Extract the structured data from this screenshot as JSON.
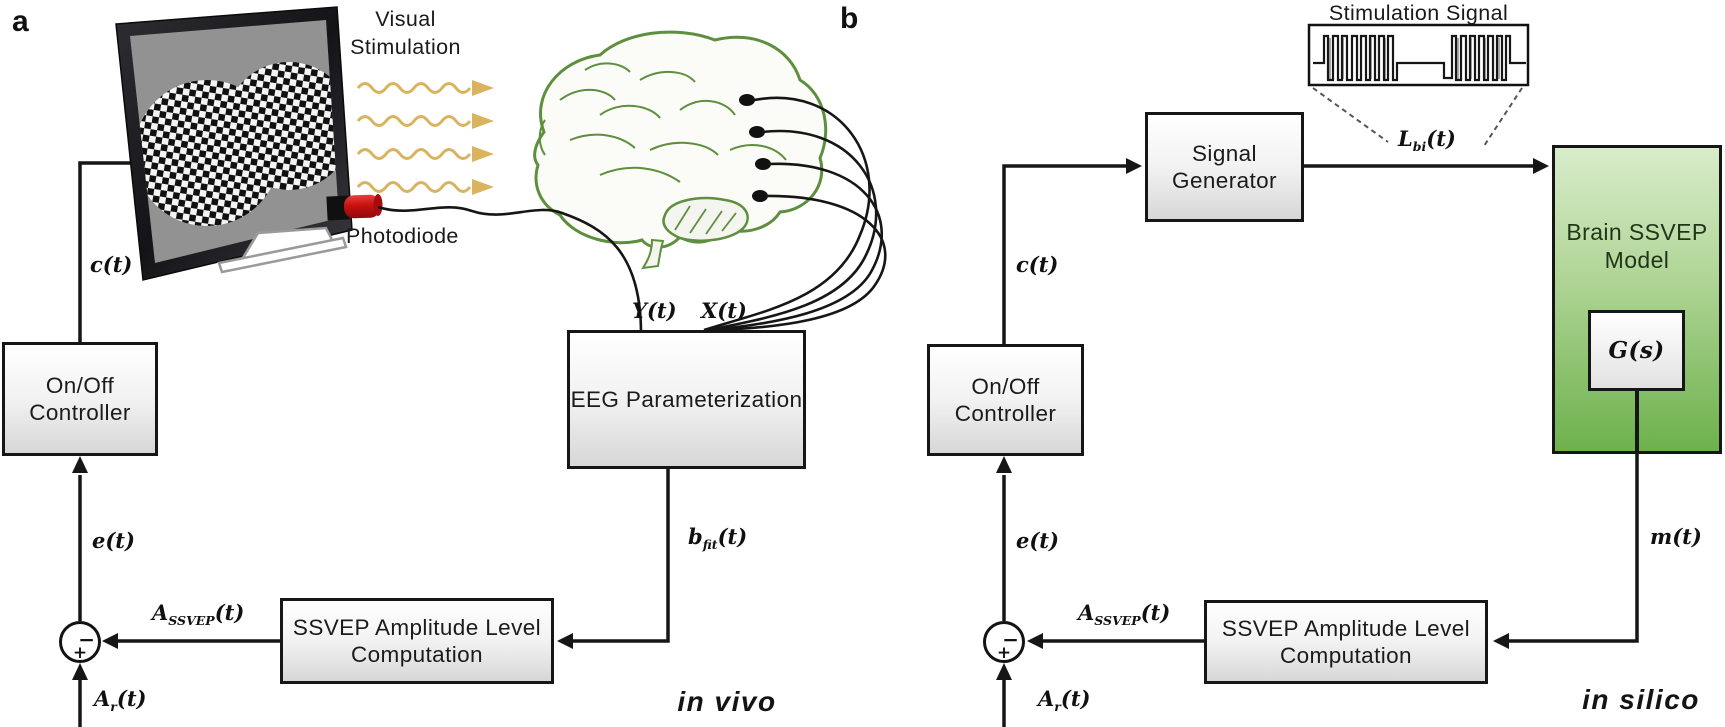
{
  "figure": {
    "panel_a_label": "a",
    "panel_b_label": "b",
    "caption_a": "in vivo",
    "caption_b": "in silico"
  },
  "panel_a": {
    "visual_stimulation": "Visual Stimulation",
    "photodiode": "Photodiode",
    "controller": "On/Off Controller",
    "eeg": "EEG Parameterization",
    "ssvep_computation": "SSVEP Amplitude Level Computation",
    "signals": {
      "c": "c(t)",
      "e": "e(t)",
      "y": "Y(t)",
      "x": "X(t)",
      "a_r": {
        "base": "A",
        "sub": "r",
        "args": "(t)"
      },
      "a_ssvep": {
        "base": "A",
        "sub": "SSVEP",
        "args": "(t)"
      },
      "b_fit": {
        "base": "b",
        "sub": "fit",
        "args": "(t)"
      }
    },
    "sum": {
      "minus": "−",
      "plus": "+"
    }
  },
  "panel_b": {
    "stimulation_signal": "Stimulation Signal",
    "signal_generator": "Signal Generator",
    "brain_model": "Brain SSVEP Model",
    "transfer_function": "G(s)",
    "controller": "On/Off Controller",
    "ssvep_computation": "SSVEP Amplitude Level Computation",
    "signals": {
      "c": "c(t)",
      "e": "e(t)",
      "m": "m(t)",
      "l_bi": {
        "base": "L",
        "sub": "bi",
        "args": "(t)"
      },
      "a_r": {
        "base": "A",
        "sub": "r",
        "args": "(t)"
      },
      "a_ssvep": {
        "base": "A",
        "sub": "SSVEP",
        "args": "(t)"
      }
    },
    "sum": {
      "minus": "−",
      "plus": "+"
    }
  },
  "colors": {
    "model_green_top": "#d8ecca",
    "model_green_bottom": "#6db14c",
    "stimulation_gold": "#d9b35e",
    "photodiode_red": "#cc1518",
    "line": "#161616"
  }
}
